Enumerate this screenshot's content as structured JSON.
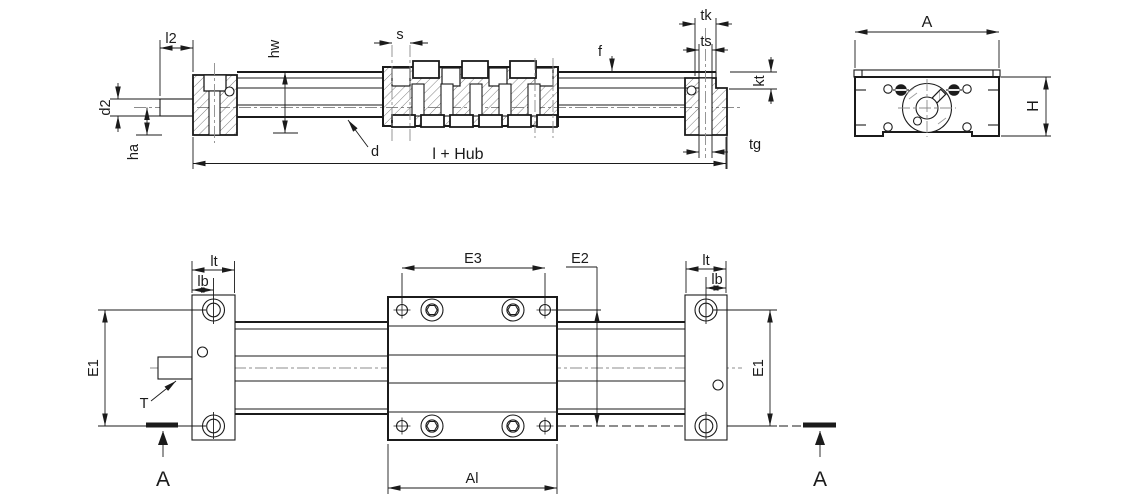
{
  "drawing_type": "technical-dimension-drawing",
  "colors": {
    "line": "#1b1b1b",
    "centerline": "#8c8c8c",
    "background": "#ffffff"
  },
  "side_view": {
    "labels": {
      "l2": "l2",
      "hw": "hw",
      "s": "s",
      "f": "f",
      "tk": "tk",
      "ts": "ts",
      "kt": "kt",
      "tg": "tg",
      "d": "d",
      "d2": "d2",
      "ha": "ha",
      "l_plus_hub": "l + Hub"
    }
  },
  "end_view": {
    "labels": {
      "A": "A",
      "H": "H"
    }
  },
  "plan_view": {
    "labels": {
      "lt": "lt",
      "lb": "lb",
      "E1": "E1",
      "E2": "E2",
      "E3": "E3",
      "T": "T",
      "Al": "Al",
      "A_section": "A"
    }
  }
}
